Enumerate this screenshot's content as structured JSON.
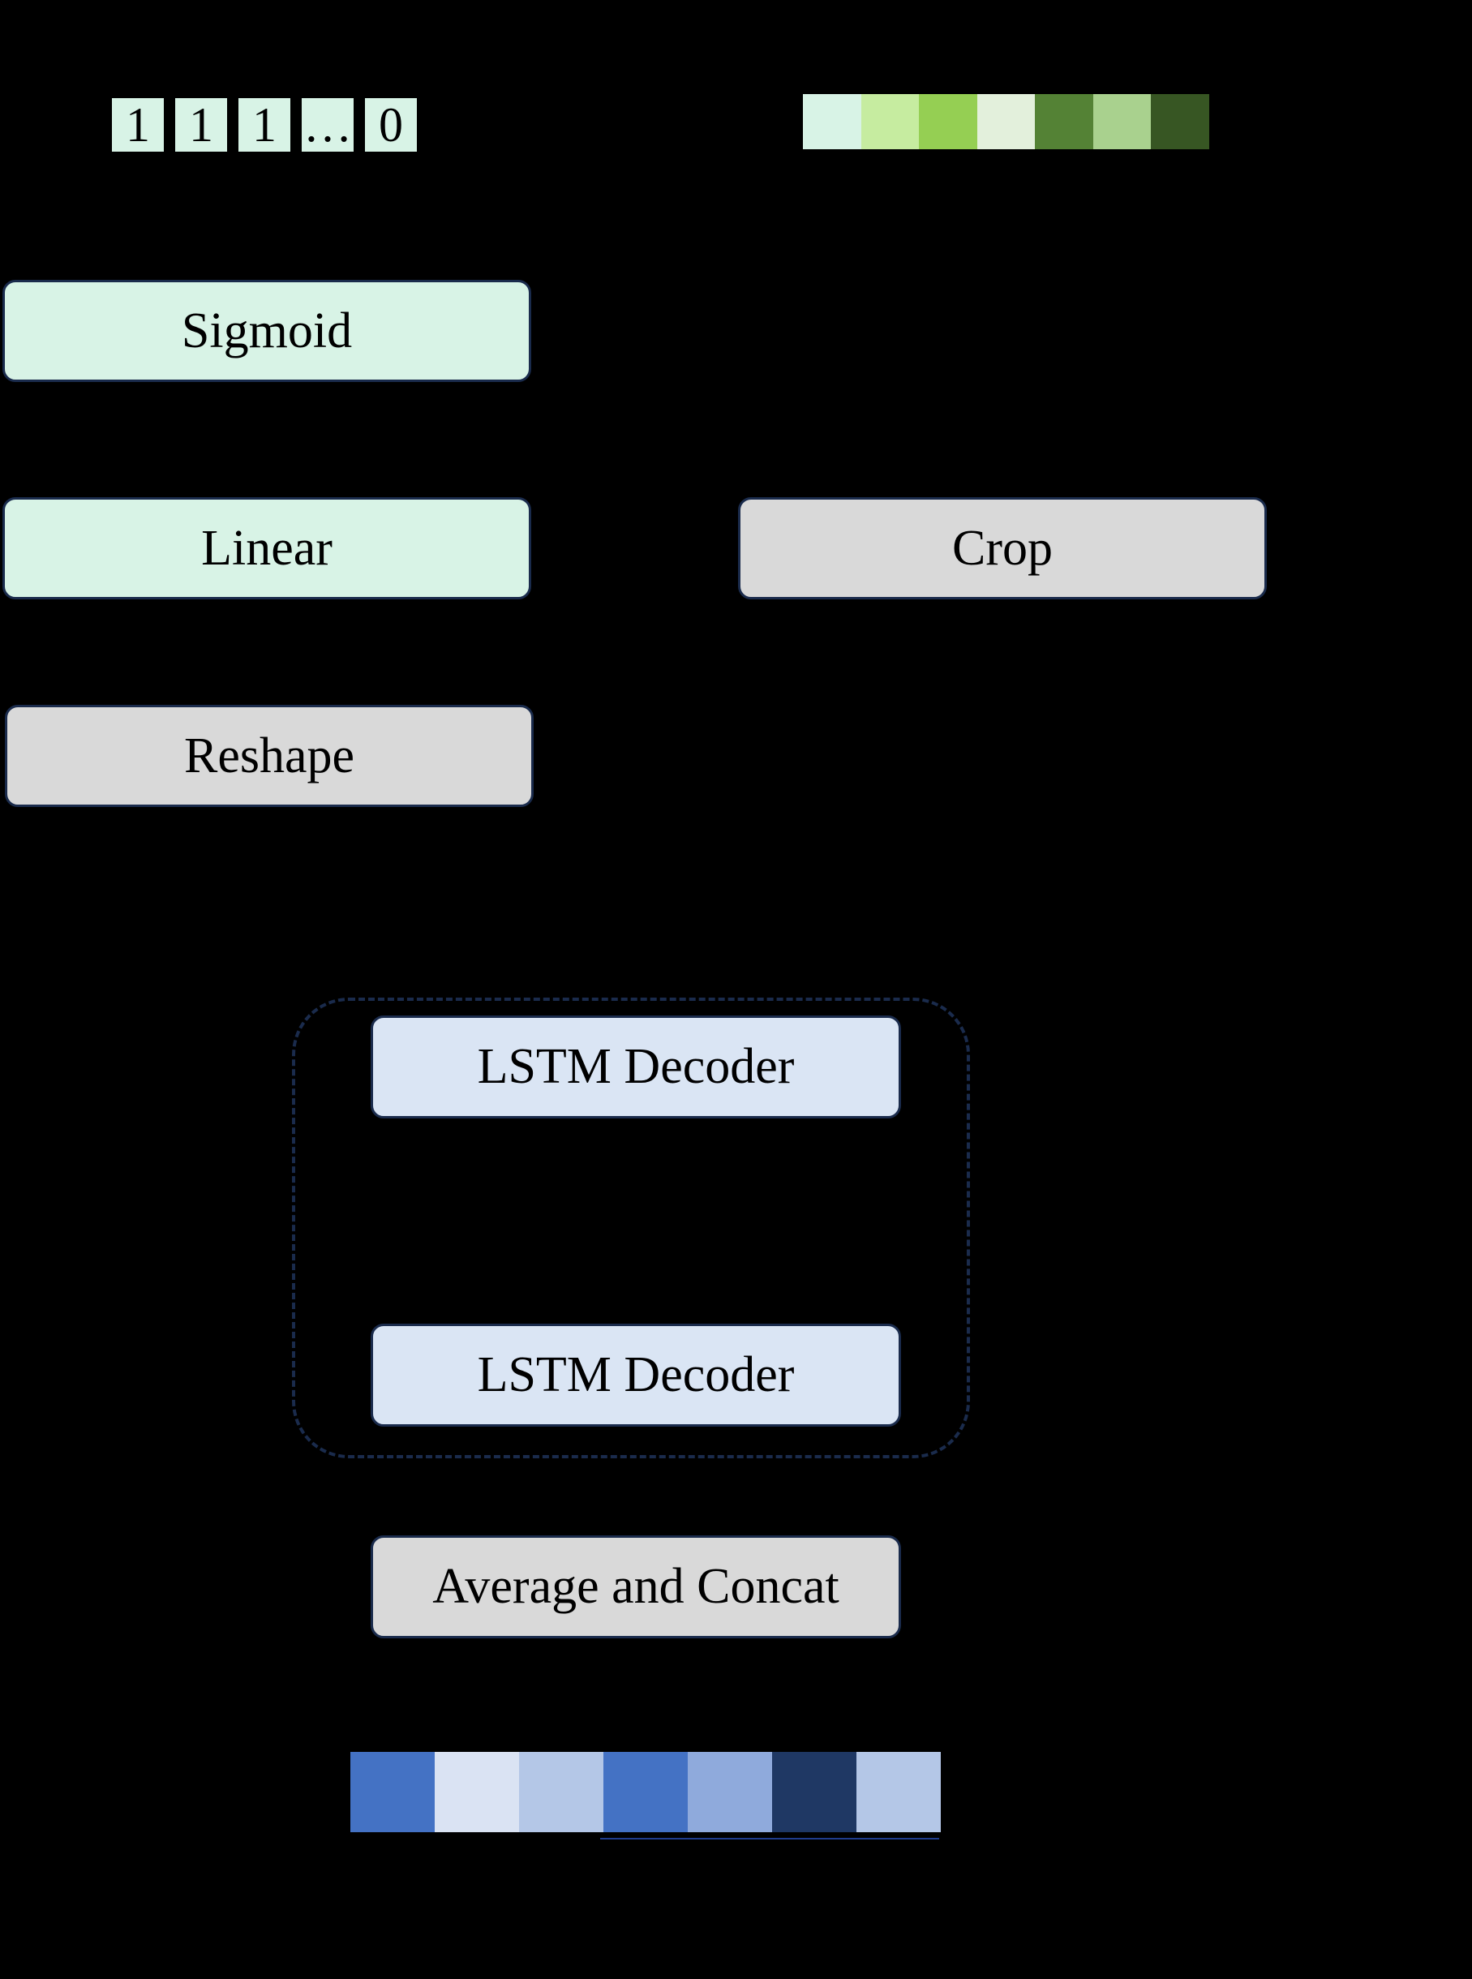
{
  "mask_vector": {
    "cells": [
      "1",
      "1",
      "1",
      "…",
      "0"
    ]
  },
  "feature_strip_top": {
    "colors": [
      "#d8f3e6",
      "#c6ecA0",
      "#95cf53",
      "#e3f0dc",
      "#548235",
      "#a9d18e",
      "#375623"
    ]
  },
  "boxes": {
    "sigmoid": "Sigmoid",
    "linear": "Linear",
    "crop": "Crop",
    "reshape": "Reshape",
    "lstm_decoder_top": "LSTM Decoder",
    "lstm_decoder_bottom": "LSTM Decoder",
    "average_concat": "Average and Concat"
  },
  "output_strip": {
    "colors": [
      "#4472c4",
      "#dae3f3",
      "#b4c7e7",
      "#4472c4",
      "#8faadc",
      "#1f3864",
      "#b4c7e7"
    ]
  },
  "palette": {
    "green_box": "#d8f3e6",
    "grey_box": "#d9d9d9",
    "blue_box": "#dae5f4",
    "border": "#1a2b4c"
  }
}
